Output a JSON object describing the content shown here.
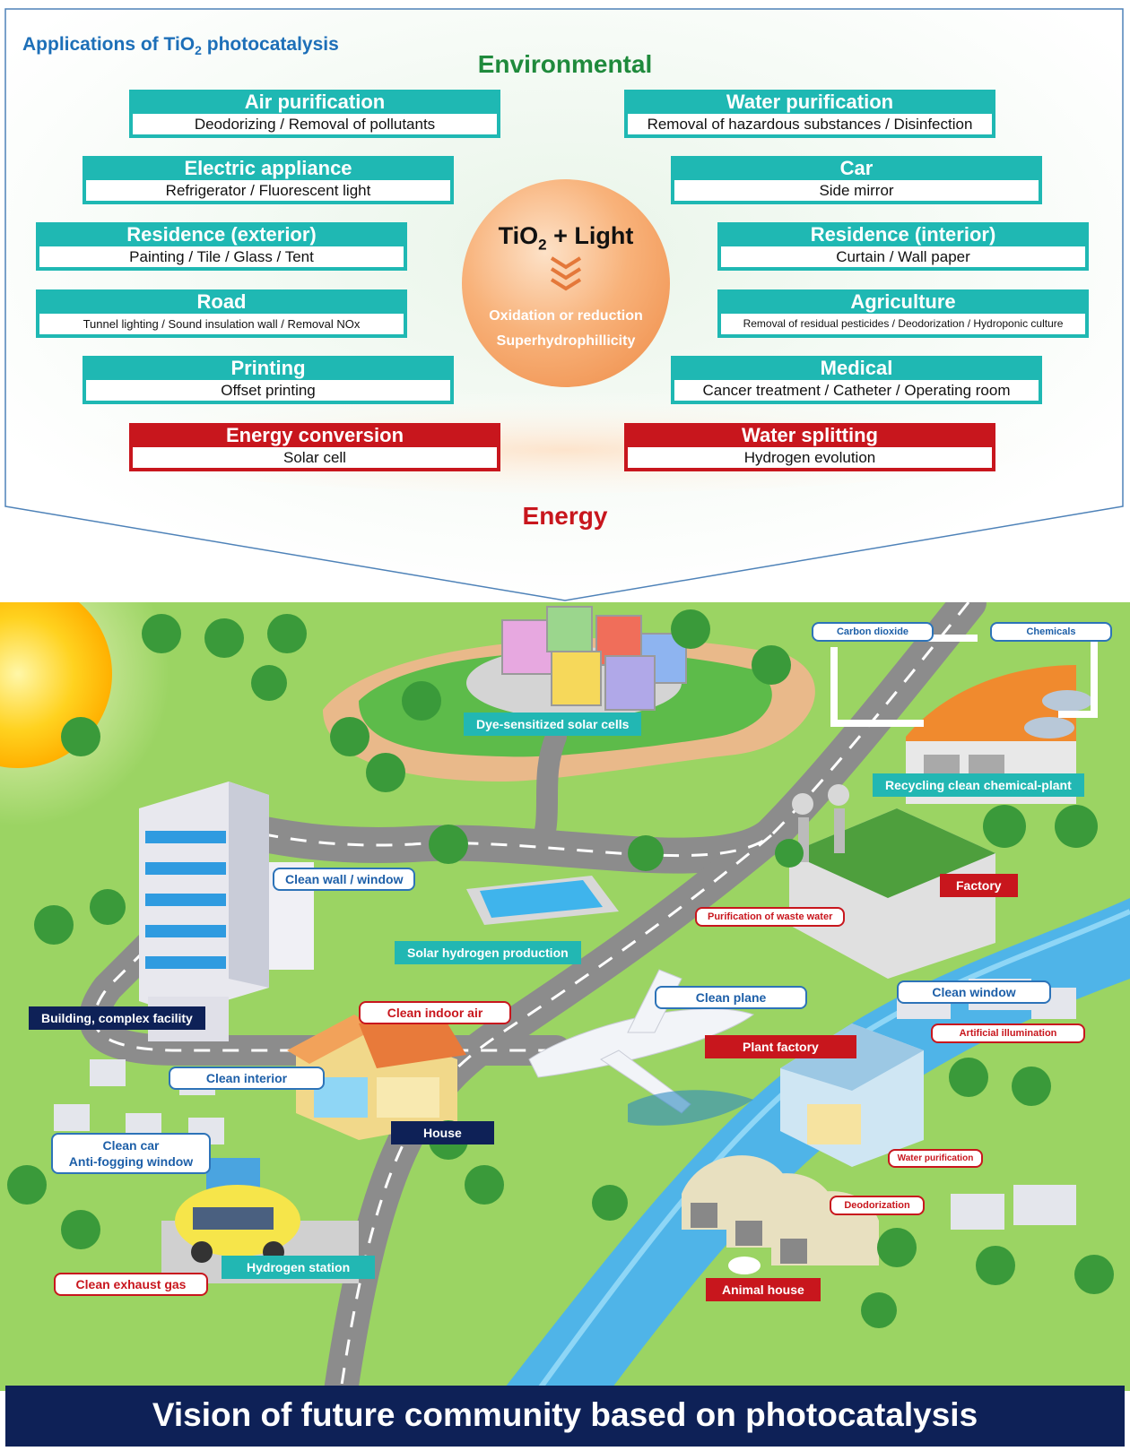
{
  "top": {
    "title_prefix": "Applications of TiO",
    "title_sub": "2",
    "title_suffix": " photocatalysis",
    "environmental": "Environmental",
    "energy": "Energy",
    "center": {
      "title_a": "TiO",
      "title_sub": "2",
      "title_b": " + Light",
      "line1": "Oxidation or reduction",
      "line2": "Superhydrophillicity"
    },
    "left": [
      {
        "title": "Air purification",
        "desc": "Deodorizing / Removal of pollutants"
      },
      {
        "title": "Electric appliance",
        "desc": "Refrigerator / Fluorescent light"
      },
      {
        "title": "Residence (exterior)",
        "desc": "Painting / Tile / Glass / Tent"
      },
      {
        "title": "Road",
        "desc": "Tunnel lighting / Sound insulation wall / Removal NOx"
      },
      {
        "title": "Printing",
        "desc": "Offset printing"
      },
      {
        "title": "Energy conversion",
        "desc": "Solar cell"
      }
    ],
    "right": [
      {
        "title": "Water purification",
        "desc": "Removal of hazardous substances / Disinfection"
      },
      {
        "title": "Car",
        "desc": "Side mirror"
      },
      {
        "title": "Residence (interior)",
        "desc": "Curtain / Wall paper"
      },
      {
        "title": "Agriculture",
        "desc": "Removal of residual pesticides / Deodorization / Hydroponic culture"
      },
      {
        "title": "Medical",
        "desc": "Cancer treatment / Catheter / Operating room"
      },
      {
        "title": "Water splitting",
        "desc": "Hydrogen evolution"
      }
    ]
  },
  "scene": {
    "tags": {
      "dye_solar": "Dye-sensitized solar cells",
      "recycling": "Recycling clean chemical-plant",
      "factory": "Factory",
      "solar_hydrogen": "Solar hydrogen production",
      "building": "Building, complex facility",
      "plant_factory": "Plant factory",
      "house": "House",
      "hydrogen_station": "Hydrogen station",
      "animal_house": "Animal house"
    },
    "bubbles": {
      "carbon_dioxide": "Carbon dioxide",
      "chemicals": "Chemicals",
      "clean_wall": "Clean wall / window",
      "purification_waste": "Purification of waste water",
      "clean_plane": "Clean plane",
      "clean_window": "Clean window",
      "artificial_illumination": "Artificial illumination",
      "clean_indoor_air": "Clean indoor air",
      "clean_interior": "Clean interior",
      "clean_car_1": "Clean car",
      "clean_car_2": "Anti-fogging window",
      "water_purification": "Water purification",
      "deodorization": "Deodorization",
      "clean_exhaust": "Clean exhaust gas"
    }
  },
  "footer": "Vision of future community based on photocatalysis",
  "colors": {
    "teal": "#1fb8b3",
    "red": "#c8161d",
    "navy": "#0e2157",
    "blue_text": "#1d6fb8",
    "green_text": "#1f8a3c"
  }
}
